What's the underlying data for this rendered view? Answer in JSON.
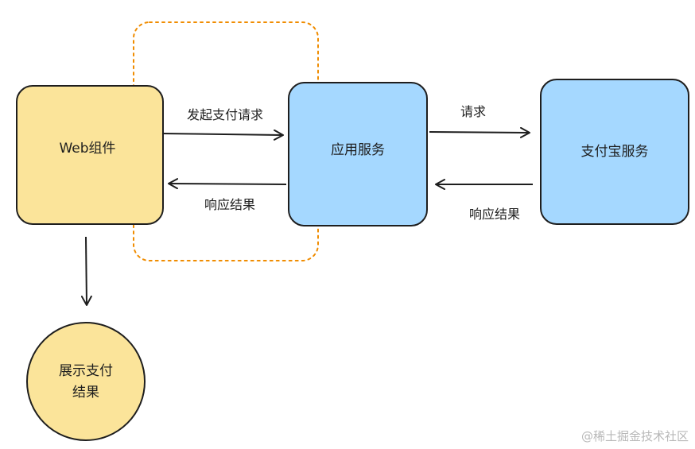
{
  "colors": {
    "yellow_fill": "#fbe49a",
    "blue_fill": "#a5d8ff",
    "stroke": "#1e1e1e",
    "dashed_border": "#f08c00",
    "watermark": "#b8b8b8"
  },
  "nodes": {
    "web_component": "Web组件",
    "app_service": "应用服务",
    "alipay_service": "支付宝服务",
    "show_result_line1": "展示支付",
    "show_result_line2": "结果"
  },
  "edges": {
    "initiate_payment": "发起支付请求",
    "response_result_left": "响应结果",
    "request": "请求",
    "response_result_right": "响应结果"
  },
  "watermark": "@稀土掘金技术社区"
}
